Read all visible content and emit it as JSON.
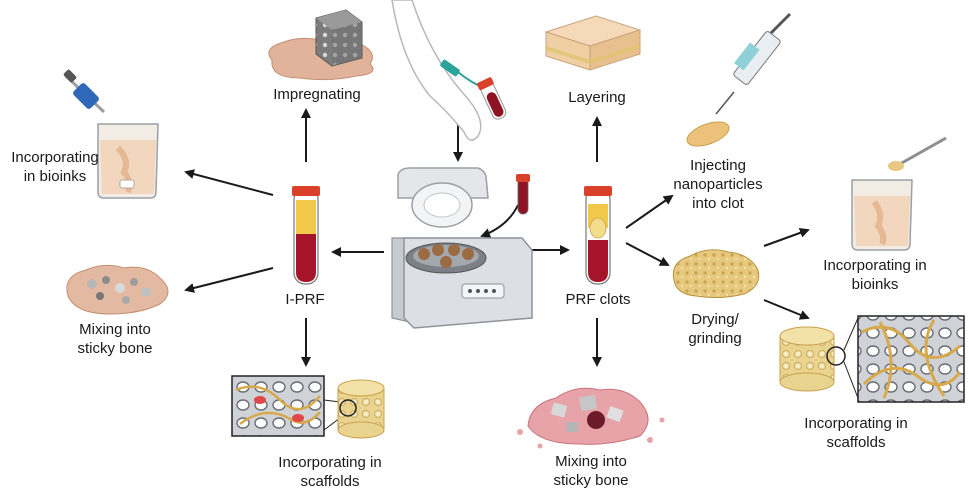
{
  "labels": {
    "impregnating": "Impregnating",
    "layering": "Layering",
    "bioinks_left": [
      "Incorporating",
      "in bioinks"
    ],
    "injecting": [
      "Injecting",
      "nanoparticles",
      "into clot"
    ],
    "bioinks_right": [
      "Incorporating in",
      "bioinks"
    ],
    "i_prf": "I-PRF",
    "prf_clots": "PRF clots",
    "sticky_left": [
      "Mixing into",
      "sticky bone"
    ],
    "drying": [
      "Drying/",
      "grinding"
    ],
    "scaffolds_left": [
      "Incorporating in",
      "scaffolds"
    ],
    "sticky_bottom": [
      "Mixing into",
      "sticky bone"
    ],
    "scaffolds_right": [
      "Incorporating in",
      "scaffolds"
    ]
  },
  "colors": {
    "arrow": "#1a1a1a",
    "plasma": "#f2c84b",
    "red_fraction": "#a5142a",
    "clot": "#e8c99a",
    "tissue": "#d9a98a",
    "centrifuge": "#d8dbdf",
    "scaffold": "#e9d48f"
  },
  "icons": [
    "arm-blood-draw-icon",
    "centrifuge-icon",
    "test-tube-icon",
    "beaker-icon",
    "pipette-icon",
    "syringe-icon",
    "spatula-icon",
    "skin-layers-icon",
    "bone-block-icon",
    "sticky-bone-icon",
    "scaffold-cylinder-icon",
    "fiber-network-icon"
  ]
}
